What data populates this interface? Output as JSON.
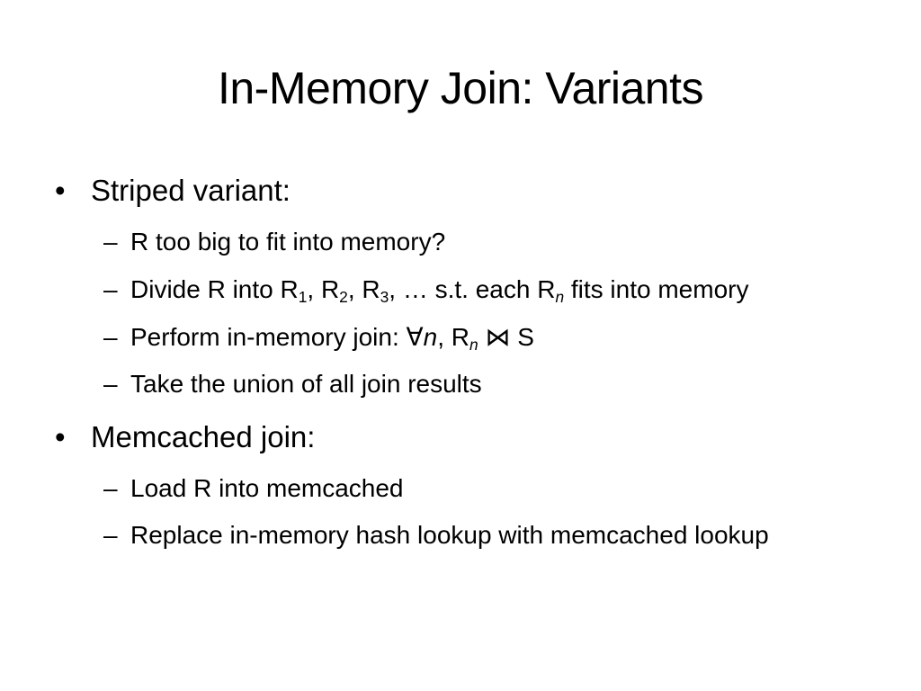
{
  "slide": {
    "title": "In-Memory Join: Variants",
    "b1": {
      "bullet": "•",
      "label": "Striped variant:",
      "items": [
        "R too big to fit into memory?",
        "Divide R into R",
        "Perform in-memory join: ",
        "Take the union of all join results"
      ],
      "dash": "–",
      "divide": {
        "sub1": "1",
        "sep1": ", R",
        "sub2": "2",
        "sep2": ", R",
        "sub3": "3",
        "mid": ", … s.t. each R",
        "subn": "n",
        "tail": " fits into memory"
      },
      "perform": {
        "forall": "∀",
        "n": "n",
        "mid": ", R",
        "subn": "n",
        "tail": " ⋈ S"
      }
    },
    "b2": {
      "bullet": "•",
      "label": "Memcached join:",
      "items": [
        "Load R into memcached",
        "Replace in-memory hash lookup with memcached lookup"
      ],
      "dash": "–"
    }
  }
}
